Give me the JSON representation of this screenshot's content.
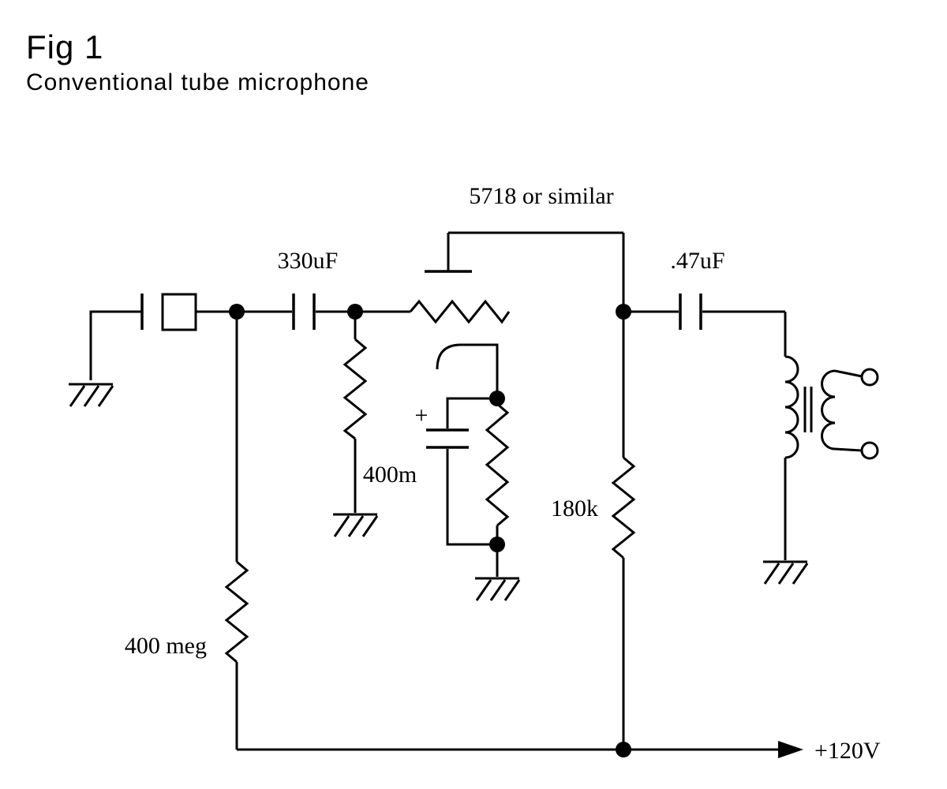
{
  "figure": {
    "title": "Fig 1",
    "subtitle": "Conventional tube microphone"
  },
  "labels": {
    "tube": "5718 or similar",
    "input_cap": "330uF",
    "output_cap": ".47uF",
    "grid_resistor": "400m",
    "plate_resistor": "180k",
    "polarization_resistor": "400 meg",
    "supply": "+120V",
    "electrolytic_polarity": "+"
  },
  "colors": {
    "ink": "#000000",
    "background": "#ffffff"
  }
}
